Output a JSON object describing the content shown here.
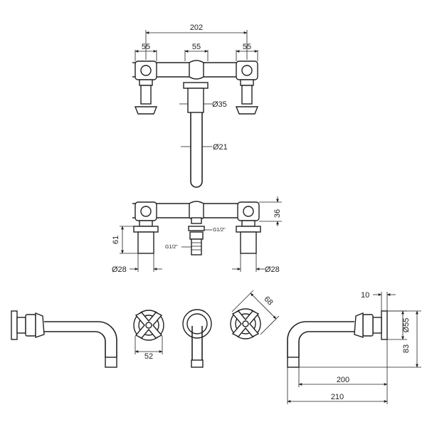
{
  "dimensions": {
    "top_spread": "202",
    "top_left_spacing": "55",
    "top_mid_spacing": "55",
    "top_right_spacing": "55",
    "spout_body_dia": "Ø35",
    "spout_pipe_dia": "Ø21",
    "height_36": "36",
    "height_61": "61",
    "thread_1": "G1/2\"",
    "thread_2": "G1/2\"",
    "valve_left_dia": "Ø28",
    "valve_right_dia": "Ø28",
    "handle_width": "52",
    "handle_diag": "68",
    "flange_thickness": "10",
    "flange_dia": "Ø55",
    "flange_height": "83",
    "spout_reach_200": "200",
    "spout_reach_210": "210"
  }
}
